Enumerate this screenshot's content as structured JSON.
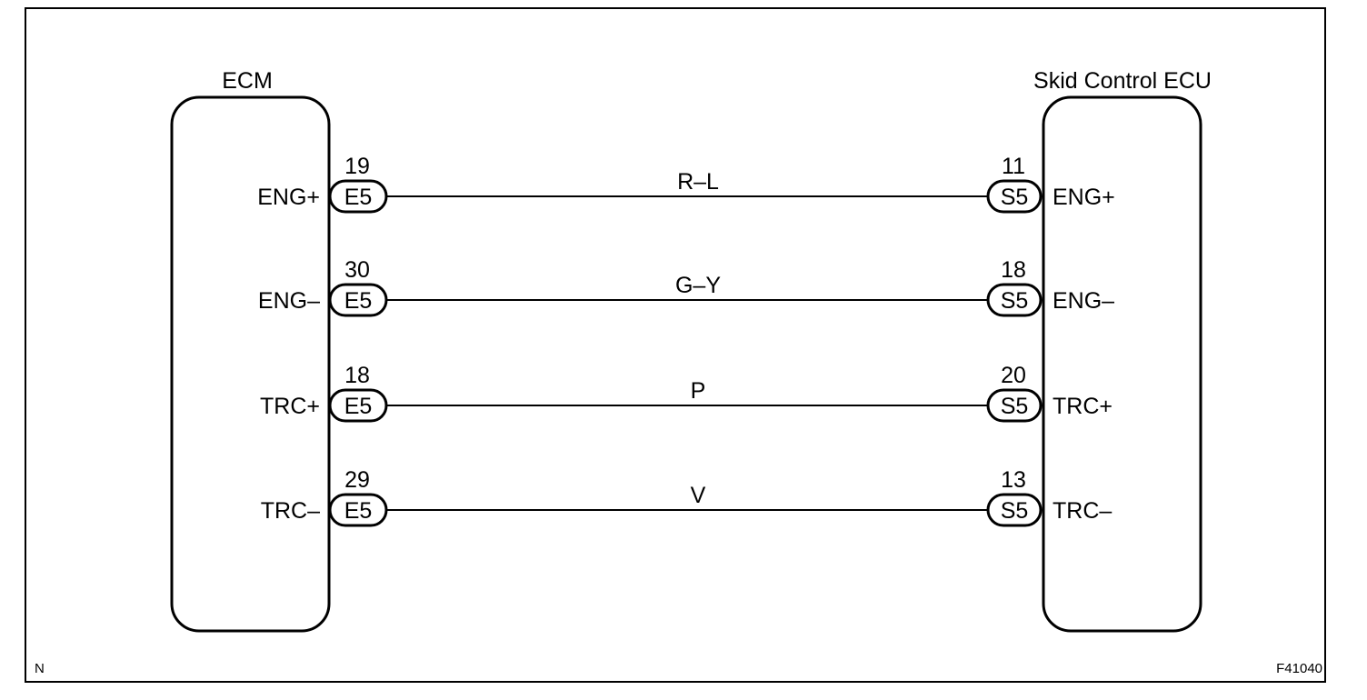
{
  "left_component": {
    "name": "ECM",
    "connector": "E5"
  },
  "right_component": {
    "name": "Skid Control ECU",
    "connector": "S5"
  },
  "wires": [
    {
      "left_pin": "19",
      "left_signal": "ENG+",
      "color": "R–L",
      "right_pin": "11",
      "right_signal": "ENG+"
    },
    {
      "left_pin": "30",
      "left_signal": "ENG–",
      "color": "G–Y",
      "right_pin": "18",
      "right_signal": "ENG–"
    },
    {
      "left_pin": "18",
      "left_signal": "TRC+",
      "color": "P",
      "right_pin": "20",
      "right_signal": "TRC+"
    },
    {
      "left_pin": "29",
      "left_signal": "TRC–",
      "color": "V",
      "right_pin": "13",
      "right_signal": "TRC–"
    }
  ],
  "corner_left": "N",
  "corner_right": "F41040"
}
